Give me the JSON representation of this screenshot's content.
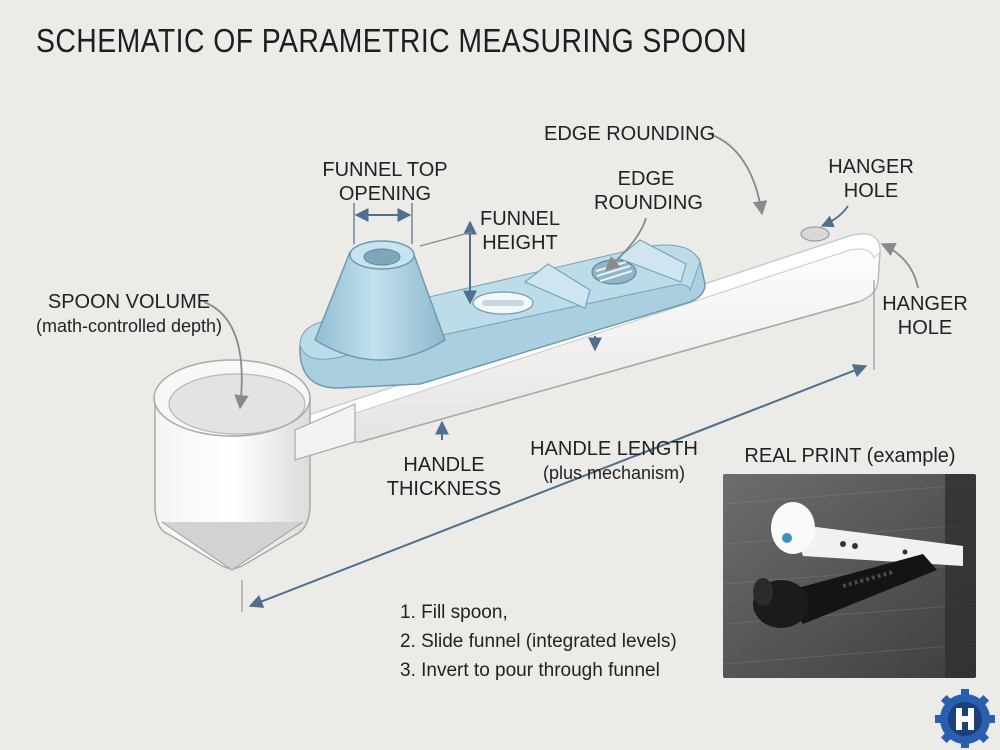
{
  "title": "SCHEMATIC OF PARAMETRIC MEASURING SPOON",
  "labels": {
    "edge_rounding_top": "EDGE ROUNDING",
    "funnel_top_opening": [
      "FUNNEL TOP",
      "OPENING"
    ],
    "funnel_height": [
      "FUNNEL",
      "HEIGHT"
    ],
    "edge_rounding_mid": [
      "EDGE",
      "ROUNDING"
    ],
    "hanger_hole_top": [
      "HANGER",
      "HOLE"
    ],
    "hanger_hole_right": [
      "HANGER",
      "HOLE"
    ],
    "spoon_volume": "SPOON VOLUME",
    "spoon_volume_sub": "(math-controlled depth)",
    "handle_thickness": [
      "HANDLE",
      "THICKNESS"
    ],
    "handle_length": "HANDLE LENGTH",
    "handle_length_sub": "(plus mechanism)"
  },
  "photo_caption": "REAL PRINT (example)",
  "steps": [
    "1. Fill spoon,",
    "2. Slide funnel (integrated levels)",
    "3. Invert to pour through funnel"
  ],
  "colors": {
    "background": "#ecebe8",
    "funnel_blue": "#a9cfe0",
    "body_white": "#f6f6f4",
    "dimension_line": "#4f6f8c",
    "leader_line": "#9a9a9a"
  },
  "icons": [
    "arrow-icon",
    "logo-icon"
  ]
}
